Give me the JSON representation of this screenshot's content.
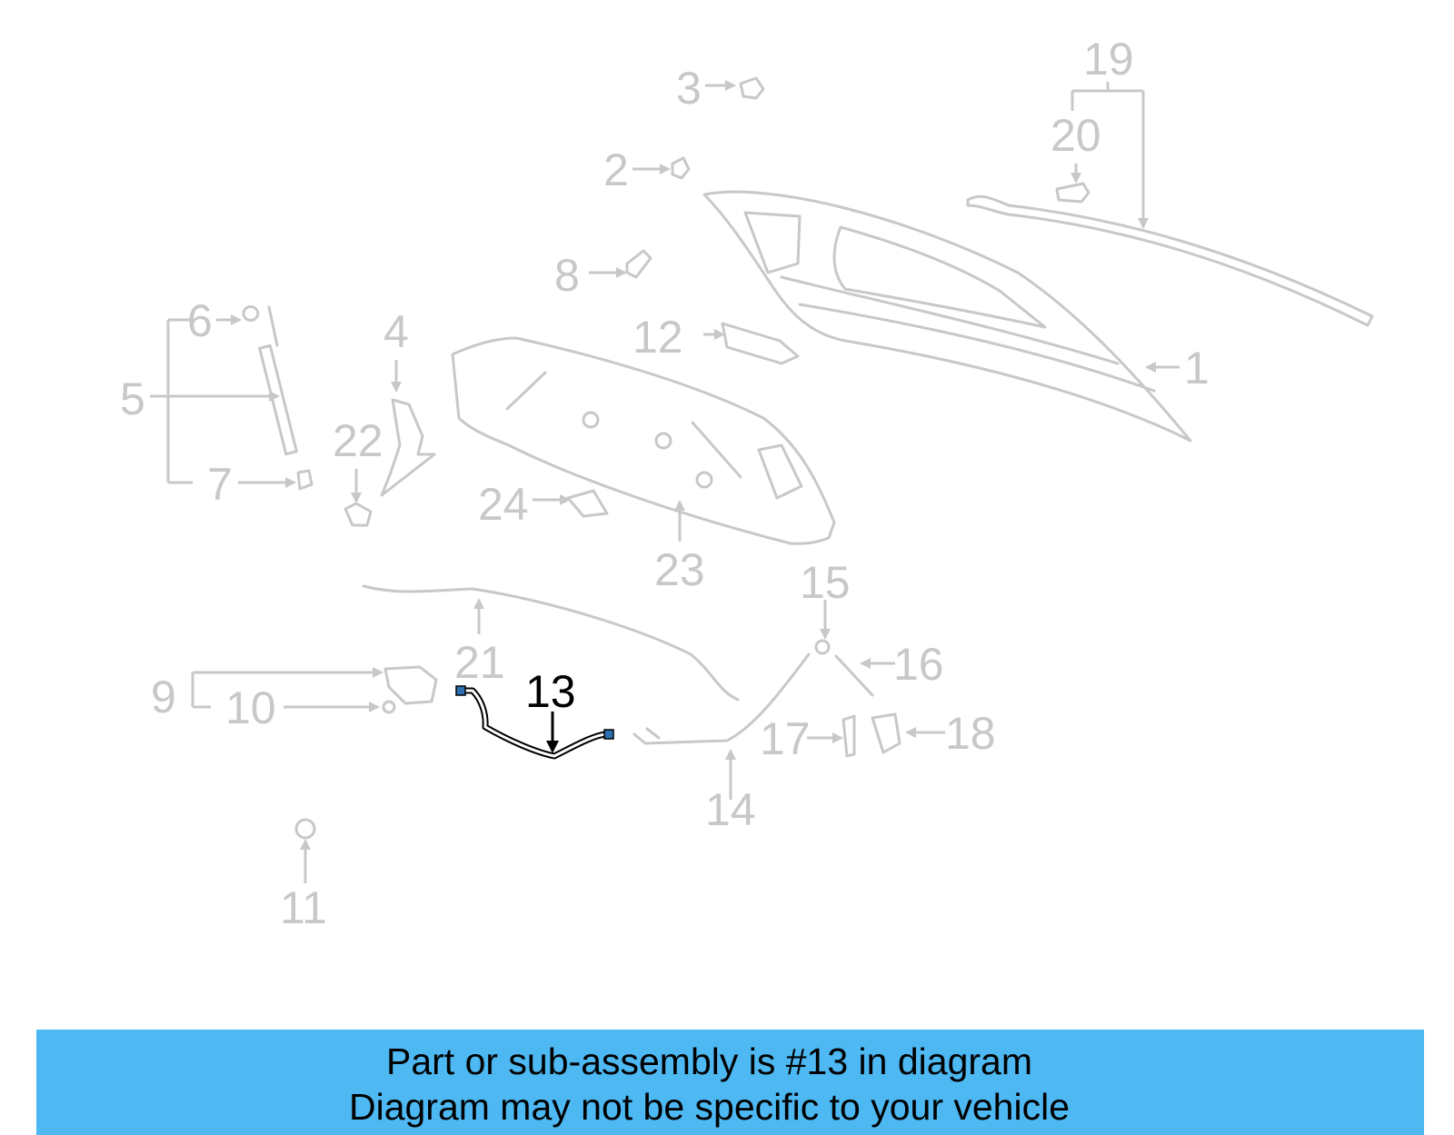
{
  "diagram": {
    "highlight_color": "#000000",
    "inactive_color": "#c8c8c8",
    "callouts": [
      {
        "id": "1",
        "label": "1",
        "active": false
      },
      {
        "id": "2",
        "label": "2",
        "active": false
      },
      {
        "id": "3",
        "label": "3",
        "active": false
      },
      {
        "id": "4",
        "label": "4",
        "active": false
      },
      {
        "id": "5",
        "label": "5",
        "active": false
      },
      {
        "id": "6",
        "label": "6",
        "active": false
      },
      {
        "id": "7",
        "label": "7",
        "active": false
      },
      {
        "id": "8",
        "label": "8",
        "active": false
      },
      {
        "id": "9",
        "label": "9",
        "active": false
      },
      {
        "id": "10",
        "label": "10",
        "active": false
      },
      {
        "id": "11",
        "label": "11",
        "active": false
      },
      {
        "id": "12",
        "label": "12",
        "active": false
      },
      {
        "id": "13",
        "label": "13",
        "active": true
      },
      {
        "id": "14",
        "label": "14",
        "active": false
      },
      {
        "id": "15",
        "label": "15",
        "active": false
      },
      {
        "id": "16",
        "label": "16",
        "active": false
      },
      {
        "id": "17",
        "label": "17",
        "active": false
      },
      {
        "id": "18",
        "label": "18",
        "active": false
      },
      {
        "id": "19",
        "label": "19",
        "active": false
      },
      {
        "id": "20",
        "label": "20",
        "active": false
      },
      {
        "id": "21",
        "label": "21",
        "active": false
      },
      {
        "id": "22",
        "label": "22",
        "active": false
      },
      {
        "id": "23",
        "label": "23",
        "active": false
      },
      {
        "id": "24",
        "label": "24",
        "active": false
      }
    ]
  },
  "banner": {
    "background": "#4db8f2",
    "line1": "Part or sub-assembly is #13 in diagram",
    "line2": "Diagram may not be specific to your vehicle"
  }
}
